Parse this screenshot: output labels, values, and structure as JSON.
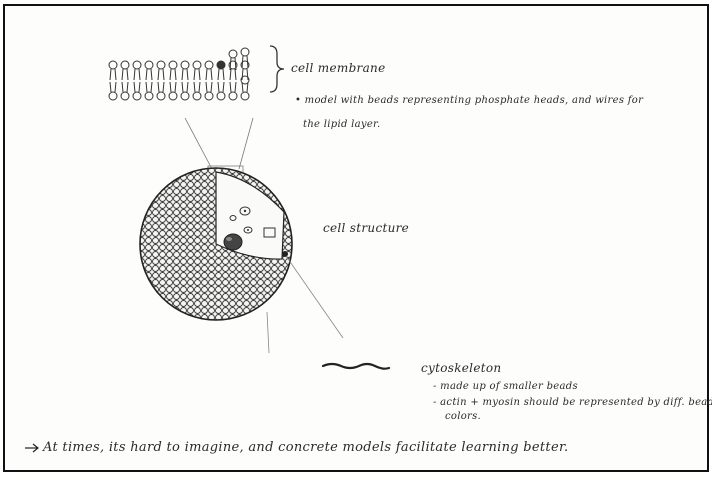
{
  "labels": {
    "membrane": "cell membrane",
    "membrane_note_1": "• model with beads representing phosphate heads, and wires for",
    "membrane_note_2": "the lipid layer.",
    "structure": "cell structure",
    "cytoskeleton": "cytoskeleton",
    "cyto_note_1": "- made up of smaller beads",
    "cyto_note_2": "- actin + myosin should be represented by diff. bead",
    "cyto_note_3": "colors.",
    "conclusion": "At times, its hard to imagine, and concrete models facilitate learning better."
  },
  "icons": {
    "brace": "curly-brace",
    "arrow": "arrow-bullet"
  },
  "colors": {
    "ink": "#2a2a2a",
    "paper": "#fdfdfc",
    "frame": "#111111"
  }
}
